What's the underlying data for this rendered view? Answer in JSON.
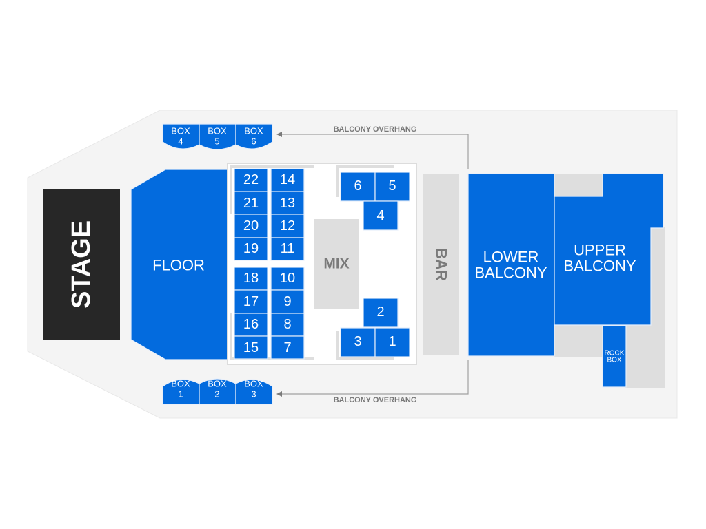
{
  "colors": {
    "section": "#036bde",
    "stage": "#272727",
    "venue_bg": "#f4f4f4",
    "fixture": "#dedede",
    "fixture_text": "#7a7a7a",
    "note_text": "#777777"
  },
  "stage": {
    "label": "STAGE"
  },
  "floor": {
    "label": "FLOOR"
  },
  "mix": {
    "label": "MIX"
  },
  "bar": {
    "label": "BAR"
  },
  "lower_balcony": {
    "line1": "LOWER",
    "line2": "BALCONY"
  },
  "upper_balcony": {
    "line1": "UPPER",
    "line2": "BALCONY"
  },
  "rock_box": {
    "line1": "ROCK",
    "line2": "BOX"
  },
  "annotations": {
    "top_overhang": "BALCONY OVERHANG",
    "bottom_overhang": "BALCONY OVERHANG"
  },
  "boxes_top": [
    {
      "line1": "BOX",
      "line2": "4"
    },
    {
      "line1": "BOX",
      "line2": "5"
    },
    {
      "line1": "BOX",
      "line2": "6"
    }
  ],
  "boxes_bottom": [
    {
      "line1": "BOX",
      "line2": "1"
    },
    {
      "line1": "BOX",
      "line2": "2"
    },
    {
      "line1": "BOX",
      "line2": "3"
    }
  ],
  "tables_left_col": [
    "22",
    "21",
    "20",
    "19",
    "18",
    "17",
    "16",
    "15"
  ],
  "tables_right_col": [
    "14",
    "13",
    "12",
    "11",
    "10",
    "9",
    "8",
    "7"
  ],
  "tables_right_cluster": {
    "t6": "6",
    "t5": "5",
    "t4": "4",
    "t2": "2",
    "t3": "3",
    "t1": "1"
  }
}
